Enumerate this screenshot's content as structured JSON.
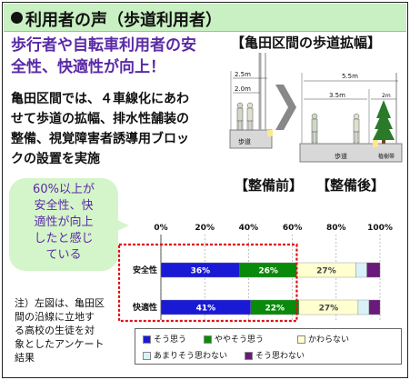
{
  "header": {
    "title": "利用者の声（歩道利用者）"
  },
  "headline": {
    "line1": "歩行者や自転車利用者の安",
    "line2": "全性、快適性が向上！"
  },
  "body": {
    "line1": "亀田区間では、４車線化にあわ",
    "line2": "せて歩道の拡幅、排水性舗装の",
    "line3": "整備、視覚障害者誘導用ブロッ",
    "line4": "クの設置を実施"
  },
  "diagram": {
    "title": "【亀田区間の歩道拡幅】",
    "before_label": "【整備前】",
    "after_label": "【整備後】",
    "before": {
      "w_total": "2.5m",
      "w_inner": "2.0m",
      "road_label": "歩道"
    },
    "after": {
      "w_total": "5.5m",
      "w_inner": "3.5m",
      "w_planting": "2m",
      "road_label": "歩道",
      "planting_label": "植樹帯"
    }
  },
  "callout": {
    "line1": "60%以上が",
    "line2": "安全性、快",
    "line3": "適性が向上",
    "line4": "したと感じ",
    "line5": "ている"
  },
  "note": {
    "line1": "注）左図は、亀田区",
    "line2": "間の沿線に立地す",
    "line3": "る高校の生徒を対",
    "line4": "象としたアンケート",
    "line5": "結果"
  },
  "chart_data": {
    "type": "bar",
    "orientation": "horizontal",
    "stacked": true,
    "x_ticks": [
      "0%",
      "20%",
      "40%",
      "60%",
      "80%",
      "100%"
    ],
    "xlim": [
      0,
      100
    ],
    "categories": [
      "安全性",
      "快適性"
    ],
    "series": [
      {
        "name": "そう思う",
        "color": "#1a1ad6",
        "values": [
          36,
          41
        ]
      },
      {
        "name": "ややそう思う",
        "color": "#0a8a0a",
        "values": [
          26,
          22
        ]
      },
      {
        "name": "かわらない",
        "color": "#ffffd0",
        "values": [
          27,
          27
        ]
      },
      {
        "name": "あまりそう思わない",
        "color": "#d8f2f8",
        "values": [
          5,
          5
        ]
      },
      {
        "name": "そう思わない",
        "color": "#6a1a7a",
        "values": [
          6,
          5
        ]
      }
    ],
    "data_labels": [
      [
        "36%",
        "26%",
        "27%"
      ],
      [
        "41%",
        "22%",
        "27%"
      ]
    ],
    "highlight_box_color": "#e01010"
  }
}
